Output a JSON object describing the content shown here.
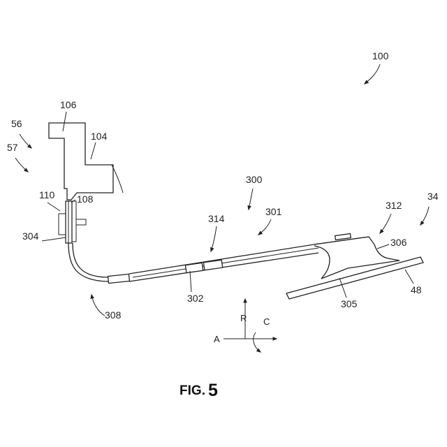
{
  "figure": {
    "prefix": "FIG.",
    "number": "5"
  },
  "labels": {
    "l100": "100",
    "l56": "56",
    "l57": "57",
    "l106": "106",
    "l104": "104",
    "l110": "110",
    "l108": "108",
    "l304": "304",
    "l308": "308",
    "l300": "300",
    "l301": "301",
    "l314": "314",
    "l302": "302",
    "l312": "312",
    "l34": "34",
    "l306": "306",
    "l48": "48",
    "l305": "305"
  },
  "axes": {
    "radial": "R",
    "axial": "A",
    "circumferential": "C"
  }
}
